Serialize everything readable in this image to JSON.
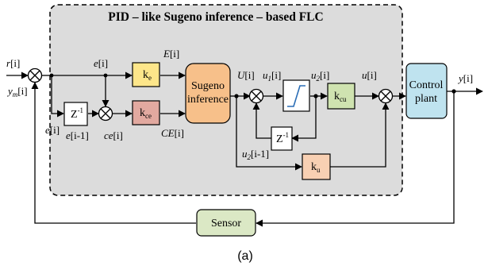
{
  "title": "PID – like Sugeno inference – based FLC",
  "signals": {
    "r_base": "r",
    "r_idx": "[i]",
    "ym_base": "y",
    "ym_sub": "m",
    "ym_idx": "[i]",
    "e_top_base": "e",
    "e_top_idx": "[i]",
    "e_left_base": "e",
    "e_left_idx": "[i]",
    "e_prev_base": "e",
    "e_prev_idx": "[i-1]",
    "ce_base": "ce",
    "ce_idx": "[i]",
    "E_base": "E",
    "E_idx": "[i]",
    "CE_base": "CE",
    "CE_idx": "[i]",
    "U_base": "U",
    "U_idx": "[i]",
    "u1_base": "u",
    "u1_sub": "1",
    "u1_idx": "[i]",
    "u2_base": "u",
    "u2_sub": "2",
    "u2_idx": "[i]",
    "u2prev_base": "u",
    "u2prev_sub": "2",
    "u2prev_idx": "[i-1]",
    "u_base": "u",
    "u_idx": "[i]",
    "y_base": "y",
    "y_idx": "[i]"
  },
  "blocks": {
    "ke_base": "k",
    "ke_sub": "e",
    "kce_base": "k",
    "kce_sub": "ce",
    "kcu_base": "k",
    "kcu_sub": "cu",
    "ku_base": "k",
    "ku_sub": "u",
    "z1_base": "Z",
    "z1_exp": "-1",
    "z2_base": "Z",
    "z2_exp": "-1",
    "sugeno_line1": "Sugeno",
    "sugeno_line2": "inference",
    "plant_line1": "Control",
    "plant_line2": "plant",
    "sensor": "Sensor"
  },
  "caption": "(a)",
  "colors": {
    "flc_region": "#dcdcdc",
    "ke": "#fde68a",
    "kce": "#e2a9a0",
    "sugeno": "#f7c08a",
    "kcu": "#cfe3b0",
    "ku": "#f8d0b3",
    "plant": "#bfe3ef",
    "sensor": "#dbe8c5"
  }
}
